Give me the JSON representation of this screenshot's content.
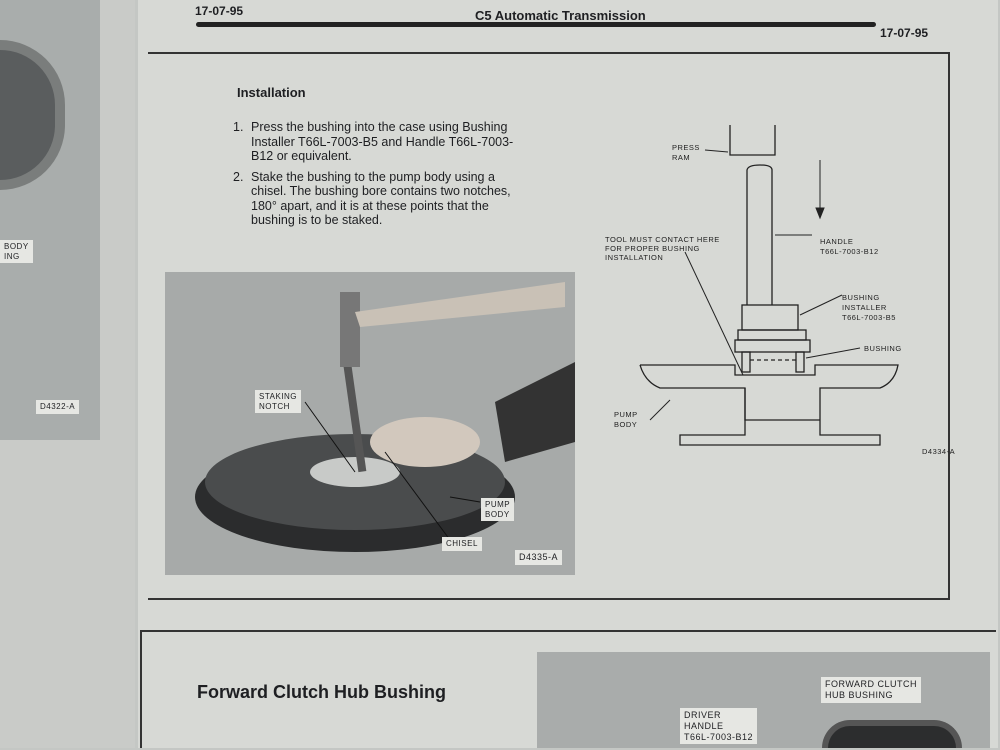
{
  "header": {
    "page_left": "17-07-95",
    "title": "C5 Automatic Transmission",
    "page_right": "17-07-95"
  },
  "left_page": {
    "label_lines": [
      "BODY",
      "ING"
    ],
    "figure_id": "D4322-A"
  },
  "installation": {
    "title": "Installation",
    "steps": [
      {
        "num": "1.",
        "text": "Press the bushing into the case using Bushing Installer T66L-7003-B5 and Handle T66L-7003-B12 or equivalent."
      },
      {
        "num": "2.",
        "text": "Stake the bushing to the pump body using a chisel. The bushing bore contains two notches, 180° apart, and it is at these points that the bushing is to be staked."
      }
    ]
  },
  "photo1": {
    "staking_notch": [
      "STAKING",
      "NOTCH"
    ],
    "pump_body": [
      "PUMP",
      "BODY"
    ],
    "chisel": "CHISEL",
    "figure_id": "D4335-A"
  },
  "diagram": {
    "press_ram": [
      "PRESS",
      "RAM"
    ],
    "tool_contact": [
      "TOOL MUST CONTACT HERE",
      "FOR PROPER BUSHING",
      "INSTALLATION"
    ],
    "handle": [
      "HANDLE",
      "T66L-7003-B12"
    ],
    "installer": [
      "BUSHING",
      "INSTALLER",
      "T66L-7003-B5"
    ],
    "bushing": "BUSHING",
    "pump_body": [
      "PUMP",
      "BODY"
    ],
    "figure_id": "D4334-A"
  },
  "forward_clutch": {
    "title": "Forward Clutch Hub Bushing",
    "driver_handle": [
      "DRIVER",
      "HANDLE",
      "T66L-7003-B12"
    ],
    "hub_bushing": [
      "FORWARD CLUTCH",
      "HUB BUSHING"
    ]
  }
}
